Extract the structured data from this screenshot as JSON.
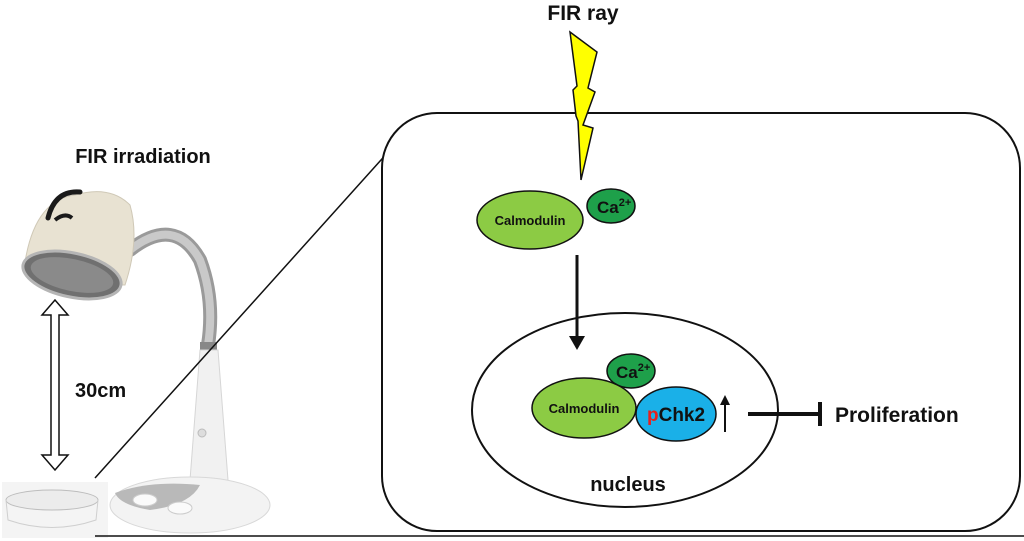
{
  "title_ray": "FIR ray",
  "title_irradiation": "FIR irradiation",
  "distance_label": "30cm",
  "cytoplasm": {
    "calmodulin": "Calmodulin",
    "calcium_base": "Ca",
    "calcium_charge": "2+"
  },
  "nucleus": {
    "label": "nucleus",
    "calmodulin": "Calmodulin",
    "calcium_base": "Ca",
    "calcium_charge": "2+",
    "pchk2_prefix": "p",
    "pchk2_name": "Chk2",
    "up_arrow_meaning": "increase"
  },
  "outcome": "Proliferation",
  "colors": {
    "calmodulin": "#8ccb44",
    "calcium": "#1ea04a",
    "pchk2": "#1ab0e8",
    "phospho_red": "#e8201c",
    "lightning": "#ffff00"
  }
}
